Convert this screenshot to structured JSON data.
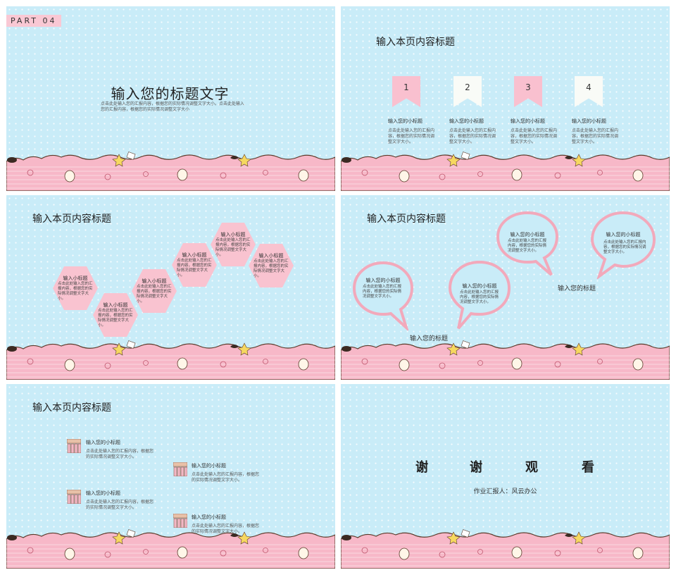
{
  "slide1": {
    "part_label": "PART 04",
    "title": "输入您的标题文字",
    "description": "点击此处输入您的汇报内容，根据您的实际情况调整文字大小。点击此处输入您的汇报内容，根据您的实际情况调整文字大小"
  },
  "slide2": {
    "title": "输入本页内容标题",
    "items": [
      {
        "number": "1",
        "subtitle": "输入您的小标题",
        "text": "点击此处输入您的汇报内容，根据您的实际情况调整文字大小。"
      },
      {
        "number": "2",
        "subtitle": "输入您的小标题",
        "text": "点击此处输入您的汇报内容，根据您的实际情况调整文字大小。"
      },
      {
        "number": "3",
        "subtitle": "输入您的小标题",
        "text": "点击此处输入您的汇报内容，根据您的实际情况调整文字大小。"
      },
      {
        "number": "4",
        "subtitle": "输入您的小标题",
        "text": "点击此处输入您的汇报内容，根据您的实际情况调整文字大小。"
      }
    ]
  },
  "slide3": {
    "title": "输入本页内容标题",
    "hexes": [
      {
        "title": "输入小标题",
        "text": "点击此处输入您的汇报内容，根据您的实际情况调整文字大小。"
      },
      {
        "title": "输入小标题",
        "text": "点击此处输入您的汇报内容，根据您的实际情况调整文字大小。"
      },
      {
        "title": "输入小标题",
        "text": "点击此处输入您的汇报内容，根据您的实际情况调整文字大小。"
      },
      {
        "title": "输入小标题",
        "text": "点击此处输入您的汇报内容，根据您的实际情况调整文字大小。"
      },
      {
        "title": "输入小标题",
        "text": "点击此处输入您的汇报内容，根据您的实际情况调整文字大小。"
      },
      {
        "title": "输入小标题",
        "text": "点击此处输入您的汇报内容，根据您的实际情况调整文字大小。"
      }
    ]
  },
  "slide4": {
    "title": "输入本页内容标题",
    "bubbles": [
      {
        "title": "输入您的小标题",
        "text": "点击此处输入您的汇报内容，根据您的实际情况调整文字大小。"
      },
      {
        "title": "输入您的小标题",
        "text": "点击此处输入您的汇报内容，根据您的实际情况调整文字大小。"
      },
      {
        "title": "输入您的小标题",
        "text": "点击此处输入您的汇报内容，根据您的实际情况调整文字大小。"
      },
      {
        "title": "输入您的小标题",
        "text": "点击此处输入您的汇报内容，根据您的实际情况调整文字大小。"
      }
    ],
    "labels": [
      "输入您的标题",
      "输入您的标题"
    ]
  },
  "slide5": {
    "title": "输入本页内容标题",
    "items": [
      {
        "subtitle": "输入您的小标题",
        "text": "点击此处输入您的汇报内容，根据您的实际情况调整文字大小。"
      },
      {
        "subtitle": "输入您的小标题",
        "text": "点击此处输入您的汇报内容，根据您的实际情况调整文字大小。"
      },
      {
        "subtitle": "输入您的小标题",
        "text": "点击此处输入您的汇报内容，根据您的实际情况调整文字大小。"
      },
      {
        "subtitle": "输入您的小标题",
        "text": "点击此处输入您的汇报内容，根据您的实际情况调整文字大小。"
      }
    ]
  },
  "slide6": {
    "thanks": [
      "谢",
      "谢",
      "观",
      "看"
    ],
    "reporter": "作业汇报人：风云办公"
  },
  "colors": {
    "sky": "#c9ecf8",
    "pink": "#f9c3d0",
    "pink_dark": "#f2a9bb",
    "outline": "#5a3a2a"
  }
}
